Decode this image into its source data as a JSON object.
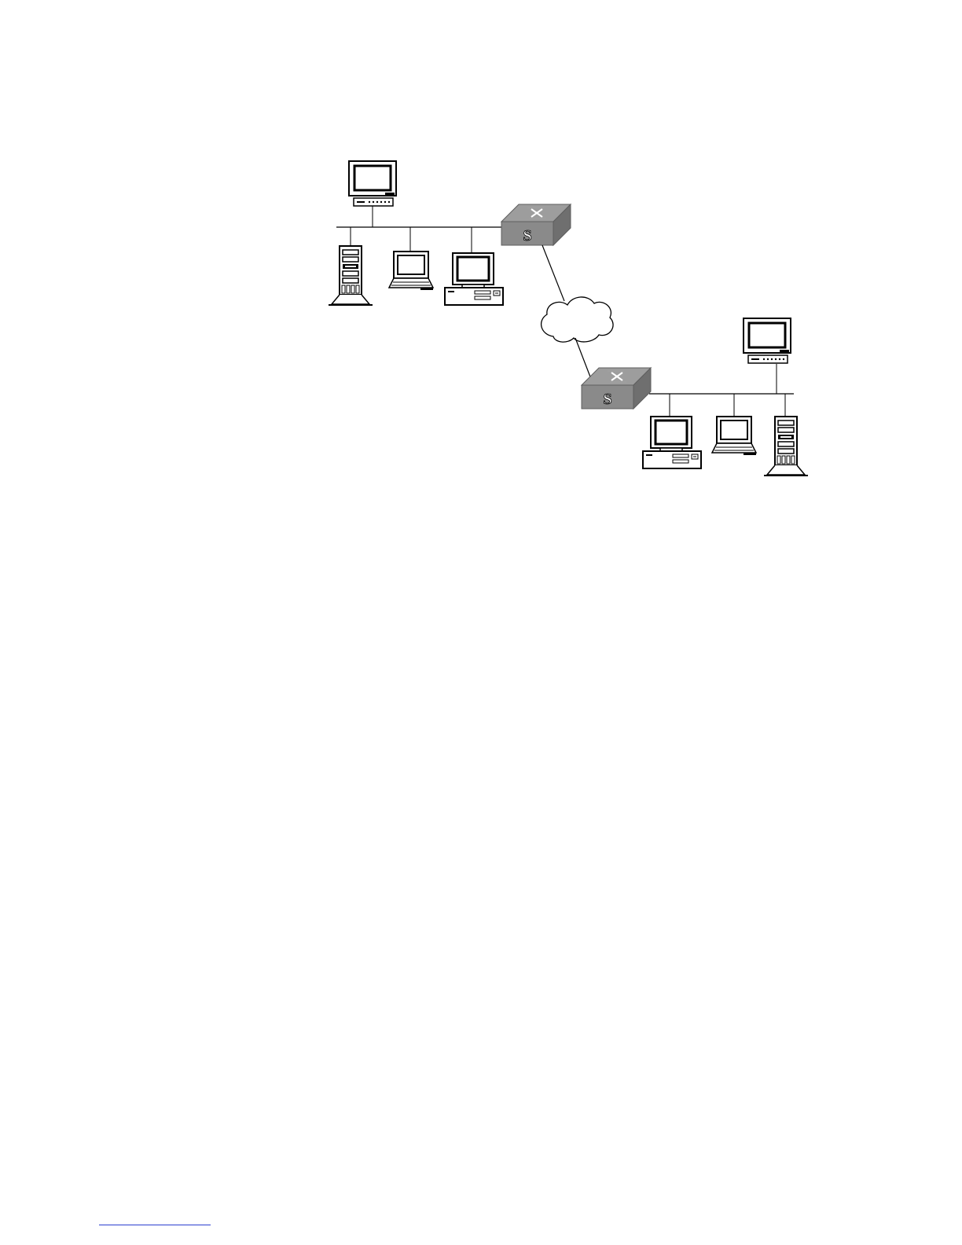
{
  "diagram": {
    "type": "network-topology",
    "colors": {
      "line": "#000000",
      "switch_top": "#9d9d9d",
      "switch_front": "#8a8a8a",
      "switch_side": "#6f6f6f",
      "device_fill": "#ffffff",
      "footnote_rule": "#2b3fd0"
    },
    "icons": {
      "switch": "switch-icon",
      "cloud": "network-cloud-icon",
      "workstation": "monitor-workstation-icon",
      "server": "tower-server-icon",
      "laptop": "laptop-icon",
      "desktop": "desktop-pc-icon"
    },
    "switch_label": "S",
    "sites": [
      {
        "name": "site-a",
        "devices": [
          "monitor-workstation",
          "tower-server",
          "laptop",
          "desktop-pc"
        ]
      },
      {
        "name": "site-b",
        "devices": [
          "monitor-workstation",
          "desktop-pc",
          "laptop",
          "tower-server"
        ]
      }
    ],
    "links": [
      {
        "from": "switch-a",
        "to": "network-cloud"
      },
      {
        "from": "network-cloud",
        "to": "switch-b"
      }
    ]
  }
}
